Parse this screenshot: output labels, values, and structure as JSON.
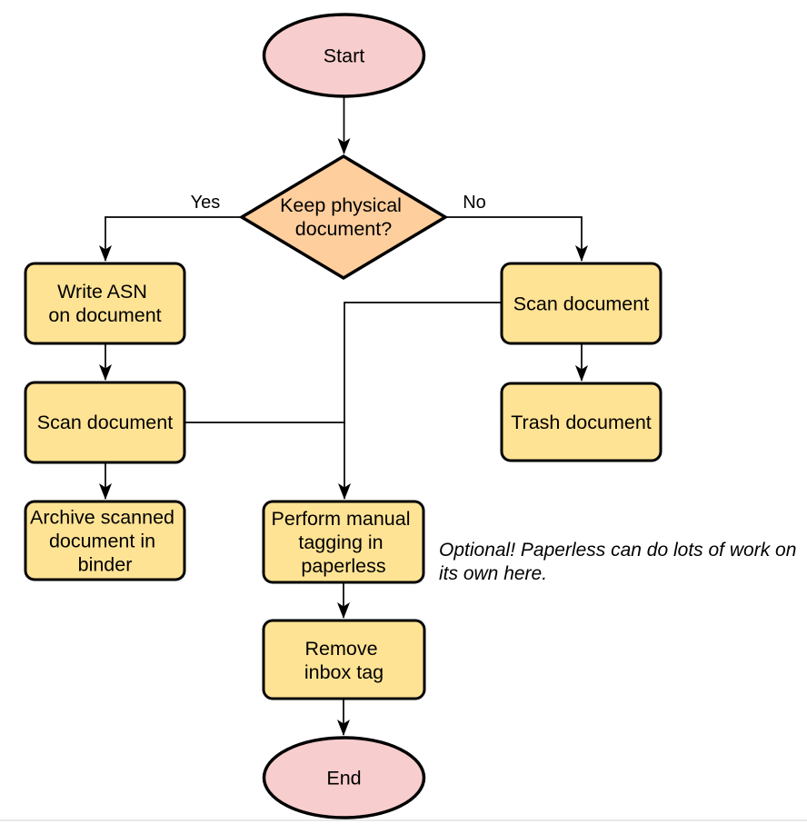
{
  "page": {
    "background": "#ffffff",
    "bottom_rule_color": "#dfe2e6"
  },
  "diagram": {
    "type": "flowchart",
    "colors": {
      "terminal_fill": "#f8cdcd",
      "decision_fill": "#ffce9d",
      "process_fill": "#ffe394",
      "node_stroke": "#000000",
      "edge_stroke": "#000000",
      "text": "#000000"
    },
    "nodes": {
      "start": {
        "label": "Start"
      },
      "keep_physical": {
        "lines": [
          "Keep physical",
          "document?"
        ]
      },
      "write_asn": {
        "lines": [
          "Write ASN",
          "on document"
        ]
      },
      "scan_document_left": {
        "label": "Scan document"
      },
      "archive_binder": {
        "lines": [
          "Archive scanned",
          "document in",
          "binder"
        ]
      },
      "scan_document_right": {
        "label": "Scan document"
      },
      "trash_document": {
        "label": "Trash document"
      },
      "manual_tagging": {
        "lines": [
          "Perform manual",
          "tagging in",
          "paperless"
        ]
      },
      "remove_inbox_tag": {
        "lines": [
          "Remove",
          "inbox tag"
        ]
      },
      "end": {
        "label": "End"
      }
    },
    "edge_labels": {
      "yes": "Yes",
      "no": "No"
    },
    "annotation": {
      "lines": [
        "Optional! Paperless can do lots of work on",
        "its own here."
      ]
    }
  }
}
